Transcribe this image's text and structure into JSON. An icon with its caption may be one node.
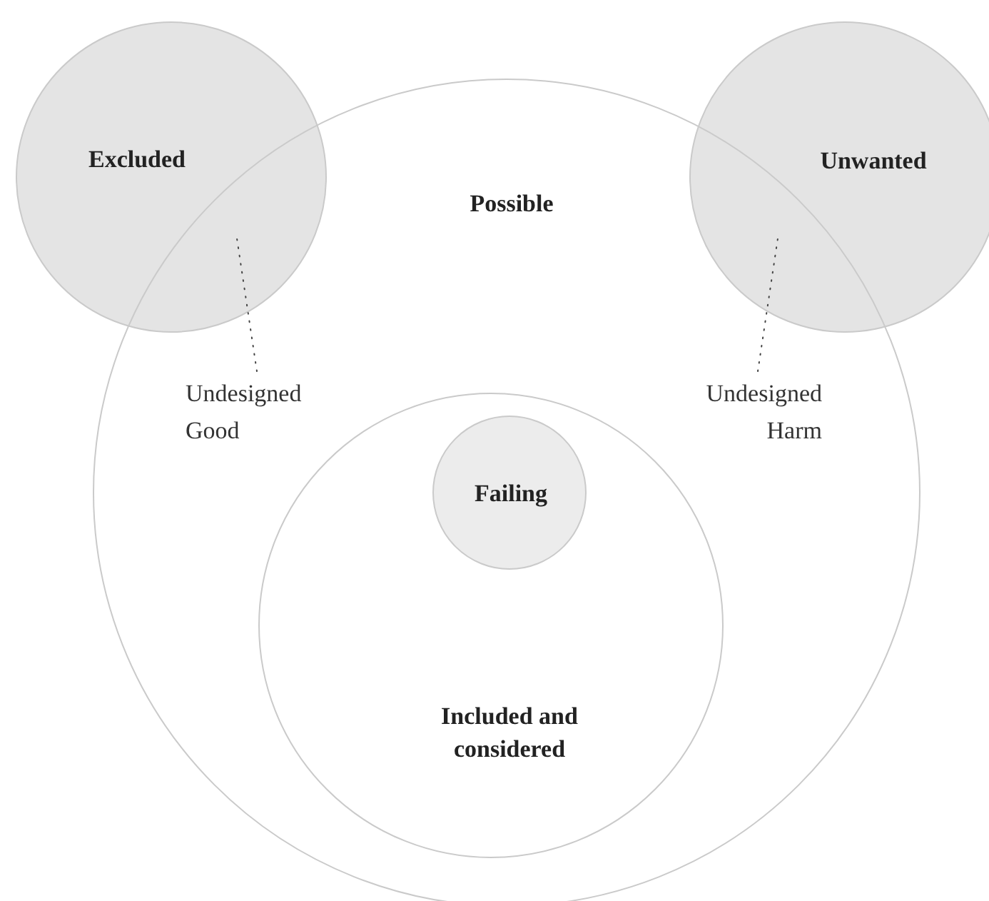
{
  "diagram": {
    "nodes": [
      {
        "text": [
          "Excluded"
        ]
      },
      {
        "text": [
          "Possible"
        ]
      },
      {
        "text": [
          "Unwanted"
        ]
      },
      {
        "text": [
          "Included and considered"
        ],
        "in": 1
      },
      {
        "text": [
          "Failing"
        ],
        "in": 3
      },
      {
        "text": [
          "Undesigned Good"
        ],
        "in": 1
      },
      {
        "text": [
          "Undesigned Harm"
        ],
        "in": 1
      }
    ],
    "edges": [
      {
        "from": 5,
        "to": 0,
        "arrow": "none",
        "style": "dashed"
      },
      {
        "from": 6,
        "to": 2,
        "arrow": "none",
        "style": "dashed"
      }
    ]
  }
}
